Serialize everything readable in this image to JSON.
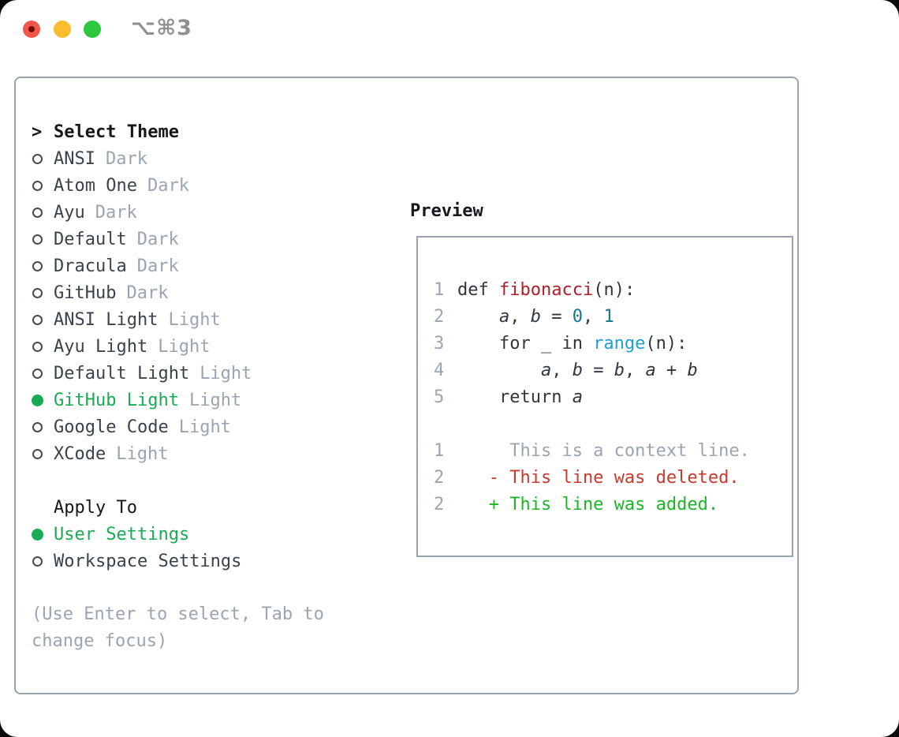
{
  "window": {
    "shortcut_label": "⌥⌘3",
    "traffic_lights": [
      "close-button",
      "minimize-button",
      "zoom-button"
    ]
  },
  "theme_panel": {
    "title_prefix": ">",
    "title": "Select Theme",
    "themes": [
      {
        "name": "ANSI",
        "variant": "Dark",
        "selected": false
      },
      {
        "name": "Atom One",
        "variant": "Dark",
        "selected": false
      },
      {
        "name": "Ayu",
        "variant": "Dark",
        "selected": false
      },
      {
        "name": "Default",
        "variant": "Dark",
        "selected": false
      },
      {
        "name": "Dracula",
        "variant": "Dark",
        "selected": false
      },
      {
        "name": "GitHub",
        "variant": "Dark",
        "selected": false
      },
      {
        "name": "ANSI Light",
        "variant": "Light",
        "selected": false
      },
      {
        "name": "Ayu Light",
        "variant": "Light",
        "selected": false
      },
      {
        "name": "Default Light",
        "variant": "Light",
        "selected": false
      },
      {
        "name": "GitHub Light",
        "variant": "Light",
        "selected": true
      },
      {
        "name": "Google Code",
        "variant": "Light",
        "selected": false
      },
      {
        "name": "XCode",
        "variant": "Light",
        "selected": false
      }
    ],
    "apply_to": {
      "title": "Apply To",
      "options": [
        {
          "label": "User Settings",
          "selected": true
        },
        {
          "label": "Workspace Settings",
          "selected": false
        }
      ]
    },
    "hint": "(Use Enter to select, Tab to change focus)"
  },
  "preview": {
    "title": "Preview",
    "lines": [
      {
        "kind": "code",
        "num": "1",
        "tokens": [
          [
            "plain",
            "def "
          ],
          [
            "func",
            "fibonacci"
          ],
          [
            "plain",
            "(n):"
          ]
        ]
      },
      {
        "kind": "code",
        "num": "2",
        "tokens": [
          [
            "plain",
            "    "
          ],
          [
            "var",
            "a"
          ],
          [
            "plain",
            ", "
          ],
          [
            "var",
            "b"
          ],
          [
            "plain",
            " = "
          ],
          [
            "num",
            "0"
          ],
          [
            "plain",
            ", "
          ],
          [
            "num",
            "1"
          ]
        ]
      },
      {
        "kind": "code",
        "num": "3",
        "tokens": [
          [
            "plain",
            "    for _ in "
          ],
          [
            "builtin",
            "range"
          ],
          [
            "plain",
            "(n):"
          ]
        ]
      },
      {
        "kind": "code",
        "num": "4",
        "tokens": [
          [
            "plain",
            "        "
          ],
          [
            "var",
            "a"
          ],
          [
            "plain",
            ", "
          ],
          [
            "var",
            "b"
          ],
          [
            "plain",
            " = "
          ],
          [
            "var",
            "b"
          ],
          [
            "plain",
            ", "
          ],
          [
            "var",
            "a"
          ],
          [
            "plain",
            " + "
          ],
          [
            "var",
            "b"
          ]
        ]
      },
      {
        "kind": "code",
        "num": "5",
        "tokens": [
          [
            "plain",
            "    return "
          ],
          [
            "var",
            "a"
          ]
        ]
      },
      {
        "kind": "blank",
        "num": "",
        "tokens": []
      },
      {
        "kind": "context",
        "num": "1",
        "tokens": [
          [
            "context",
            "     This is a context line."
          ]
        ]
      },
      {
        "kind": "deleted",
        "num": "2",
        "tokens": [
          [
            "del",
            "   - This line was deleted."
          ]
        ]
      },
      {
        "kind": "added",
        "num": "2",
        "tokens": [
          [
            "add",
            "   + This line was added."
          ]
        ]
      }
    ]
  },
  "colors": {
    "black_text": "#15181c",
    "dark_text": "#3a424c",
    "gray_text": "#9aa5b1",
    "border": "#98a3af",
    "ring": "#434c57",
    "code_text": "#2f363d",
    "func_red": "#b31d28",
    "num_teal": "#0f7b8a",
    "builtin_blue": "#219fd5",
    "diff_red": "#c8392e",
    "diff_green": "#1db528",
    "select_green": "#19ab52",
    "light_red": "#f4564a",
    "light_red_dot": "#750b06",
    "light_yellow": "#fbbd2f",
    "light_green": "#2dc83d",
    "shortcut_gray": "#8f9094"
  }
}
